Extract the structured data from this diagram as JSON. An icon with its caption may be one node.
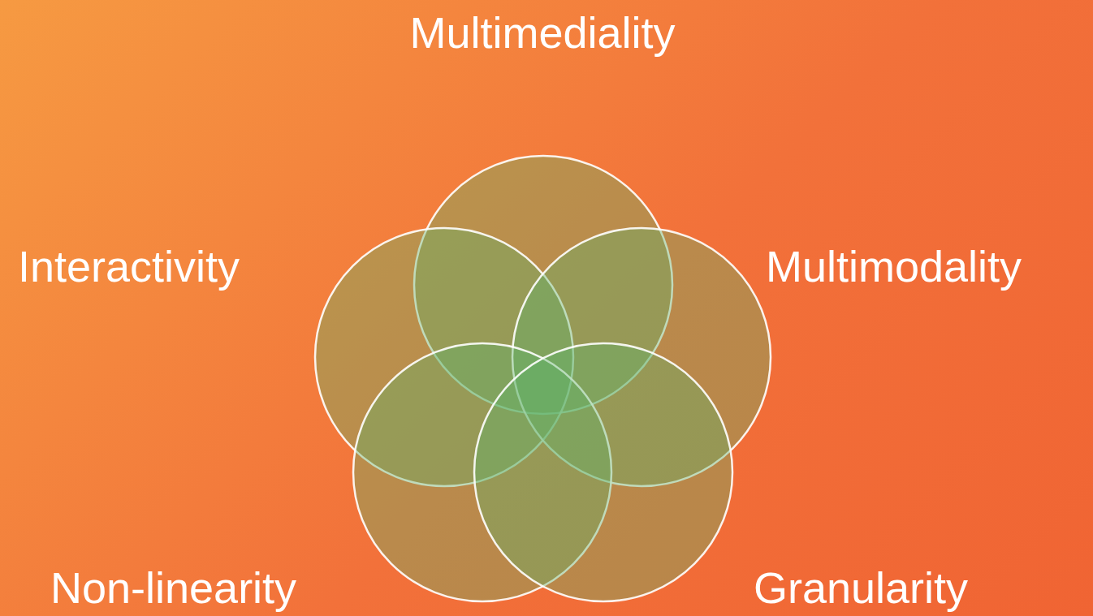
{
  "diagram": {
    "nodes": [
      {
        "text": [],
        "shape": "circle",
        "beside": [
          "Multimediality"
        ]
      },
      {
        "text": [],
        "shape": "circle",
        "beside": [
          "Interactivity"
        ]
      },
      {
        "text": [],
        "shape": "circle",
        "beside": [
          "Multimodality"
        ]
      },
      {
        "text": [],
        "shape": "circle",
        "beside": [
          "Non-linearity"
        ]
      },
      {
        "text": [],
        "shape": "circle",
        "beside": [
          "Granularity"
        ]
      }
    ]
  }
}
